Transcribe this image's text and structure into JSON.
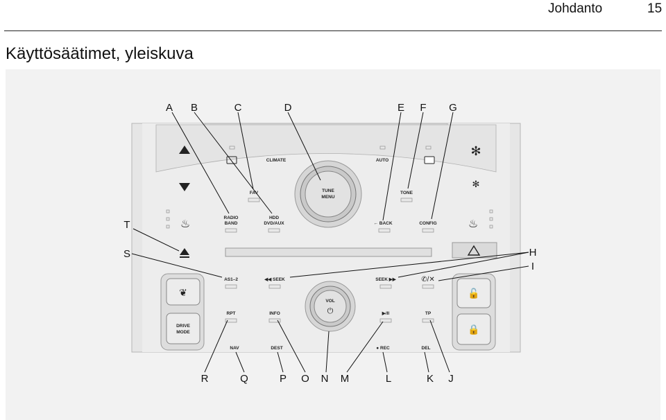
{
  "header": {
    "section": "Johdanto",
    "page_number": "15"
  },
  "page_title": "Käyttösäätimet, yleiskuva",
  "figure": {
    "callout_letters": [
      "A",
      "B",
      "C",
      "D",
      "E",
      "F",
      "G",
      "H",
      "I",
      "J",
      "K",
      "L",
      "M",
      "N",
      "O",
      "P",
      "Q",
      "R",
      "S",
      "T"
    ],
    "controls": {
      "climate": "CLIMATE",
      "auto": "AUTO",
      "fav": "FAV",
      "tone": "TONE",
      "tune_menu_1": "TUNE",
      "tune_menu_2": "MENU",
      "radio_band_1": "RADIO",
      "radio_band_2": "BAND",
      "hdd_1": "HDD",
      "hdd_2": "DVD/AUX",
      "back": "BACK",
      "config": "CONFIG",
      "as": "AS1–2",
      "seek_left": "SEEK",
      "seek_right": "SEEK",
      "vol": "VOL",
      "rpt": "RPT",
      "info": "INFO",
      "play": "▶/II",
      "tp": "TP",
      "nav": "NAV",
      "dest": "DEST",
      "rec": "REC",
      "del": "DEL",
      "drive_mode_1": "DRIVE",
      "drive_mode_2": "MODE"
    }
  }
}
